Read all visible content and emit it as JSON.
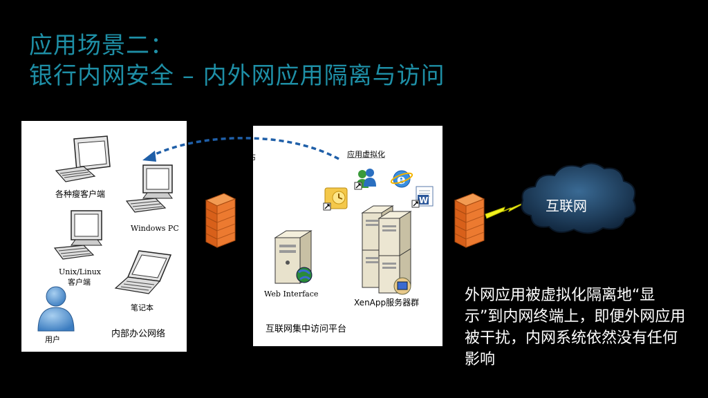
{
  "title": {
    "line1": "应用场景二：",
    "line2": "银行内网安全 – 内外网应用隔离与访问"
  },
  "left_panel": {
    "client_label": "各种瘦客户端",
    "windows_pc_label": "Windows PC",
    "unix_label_line1": "Unix/Linux",
    "unix_label_line2": "客户端",
    "laptop_label": "笔记本",
    "user_label": "用户",
    "network_label": "内部办公网络"
  },
  "middle_panel": {
    "publish_label": "布",
    "app_virtualization_label": "应用虚拟化",
    "web_interface_label": "Web Interface",
    "xenapp_label": "XenApp服务器群",
    "platform_label": "互联网集中访问平台"
  },
  "cloud_label": "互联网",
  "description": "外网应用被虚拟化隔离地“显示”到内网终端上，即便外网应用被干扰，内网系统依然没有任何影响",
  "colors": {
    "title": "#1e8fa6",
    "firewall": "#e8742a",
    "arrow": "#1f5fa8",
    "cloud": "#1a3a5c",
    "lightning": "#f2f21e"
  }
}
